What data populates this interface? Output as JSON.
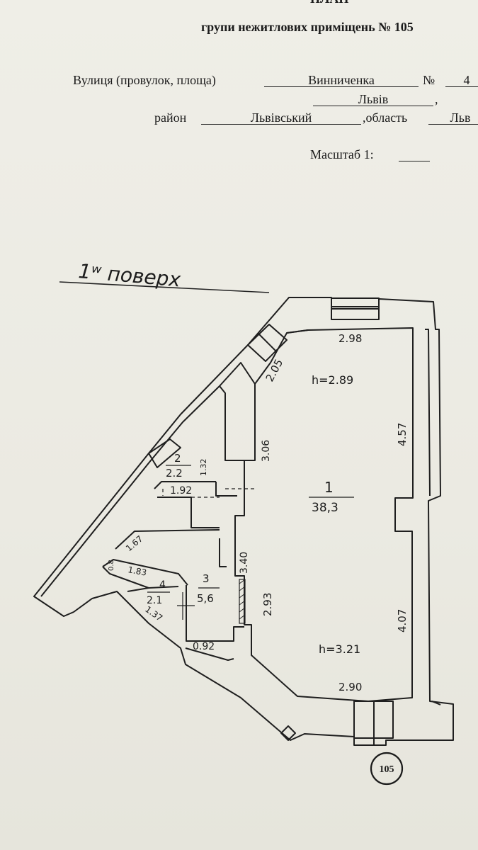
{
  "header": {
    "top_cut": "ПЛАН",
    "title": "групи нежитлових приміщень № 105"
  },
  "address": {
    "street_label": "Вулиця (провулок, площа)",
    "street_value": "Винниченка",
    "number_label": "№",
    "number_value": "4",
    "city_value": "Львів",
    "district_label": "район",
    "district_value": "Львівський",
    "region_label": ",область",
    "region_value": "Льв",
    "scale_label": "Масштаб 1:"
  },
  "plan": {
    "floor_label": "1ʷ поверх",
    "rooms": [
      {
        "number": "1",
        "area": "38,3"
      },
      {
        "number": "2",
        "area": "2.2"
      },
      {
        "number": "3",
        "area": "5,6"
      },
      {
        "number": "4",
        "area": "2.1"
      }
    ],
    "heights": [
      "h=2.89",
      "h=3.21"
    ],
    "dimensions": [
      "2.98",
      "2.05",
      "4.57",
      "3.06",
      "1.32",
      "1.92",
      "3.40",
      "1.67",
      "1.83",
      "0.8",
      "1.37",
      "2.93",
      "0.92",
      "4.07",
      "2.90"
    ],
    "group_number": "105"
  }
}
